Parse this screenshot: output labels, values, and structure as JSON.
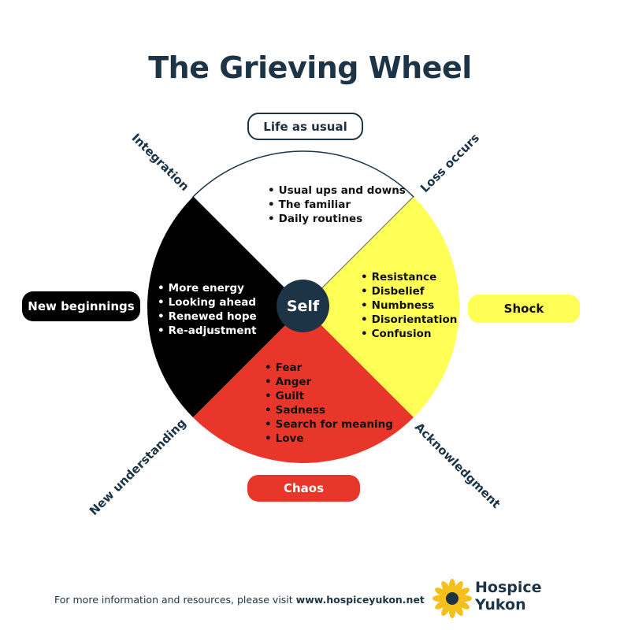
{
  "title": "The Grieving Wheel",
  "labels": {
    "top": "Life as usual",
    "left": "New beginnings",
    "right": "Shock",
    "bottom": "Chaos"
  },
  "transitions": {
    "top_left": "Integration",
    "top_right": "Loss occurs",
    "bottom_right": "Acknowledgment",
    "bottom_left": "New understanding"
  },
  "center": "Self",
  "quadrants": {
    "top": [
      "Usual ups and downs",
      "The familiar",
      "Daily routines"
    ],
    "left": [
      "More energy",
      "Looking ahead",
      "Renewed hope",
      "Re-adjustment"
    ],
    "right": [
      "Resistance",
      "Disbelief",
      "Numbness",
      "Disorientation",
      "Confusion"
    ],
    "bottom": [
      "Fear",
      "Anger",
      "Guilt",
      "Sadness",
      "Search for meaning",
      "Love"
    ]
  },
  "colors": {
    "top": "#ffffff",
    "left": "#000000",
    "right": "#ffff55",
    "bottom": "#e8372a",
    "navy": "#1c3446"
  },
  "footer": {
    "text": "For more information and resources, please visit ",
    "url": "www.hospiceyukon.net"
  },
  "logo": {
    "line1": "Hospice",
    "line2": "Yukon",
    "icon": "sunflower-icon"
  }
}
